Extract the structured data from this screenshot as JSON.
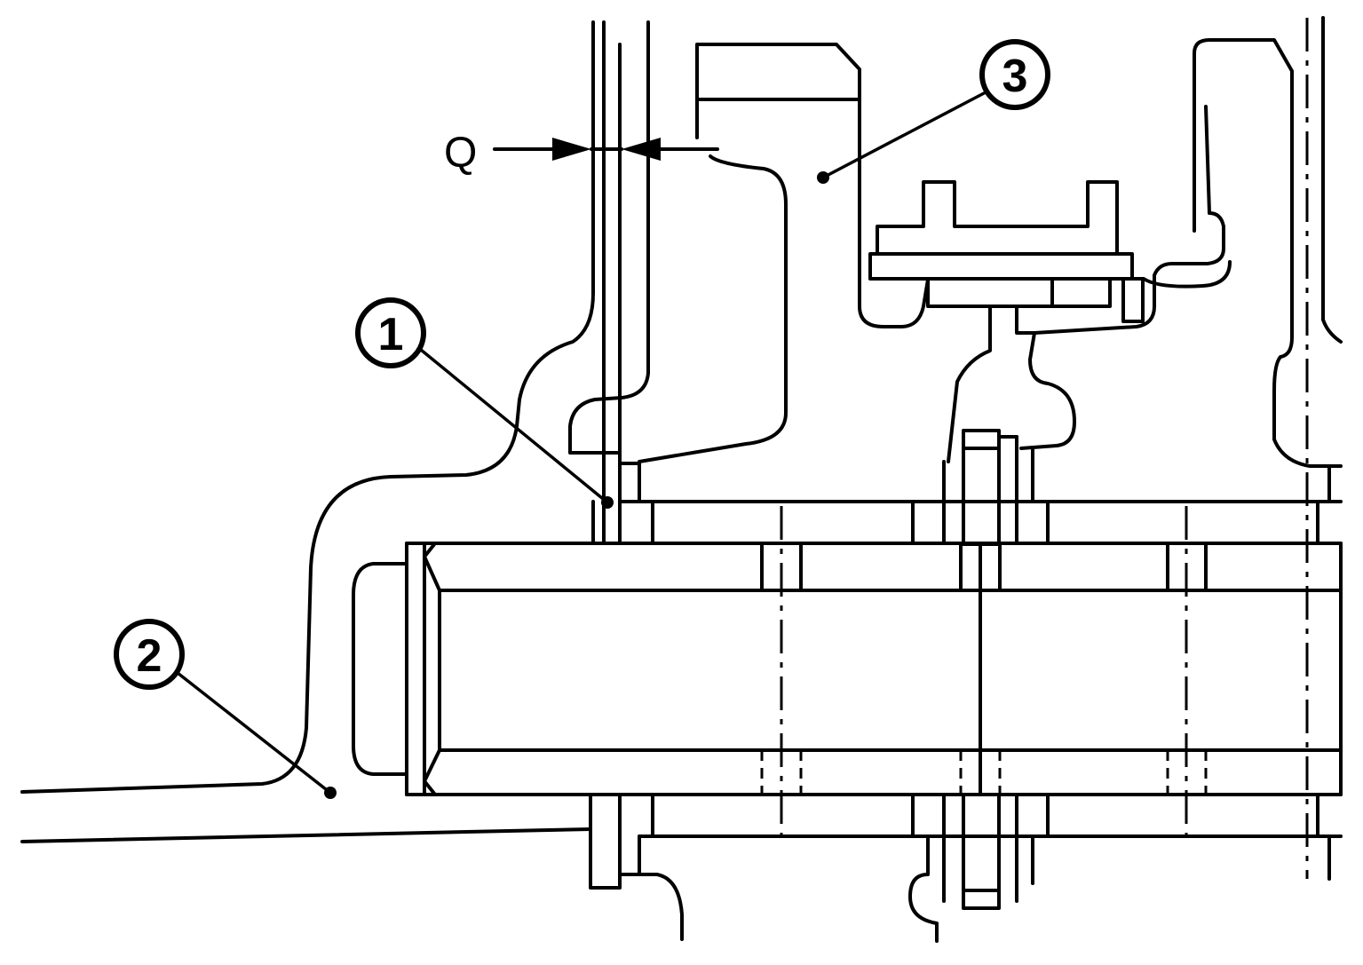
{
  "diagram": {
    "dimension_label": "Q",
    "callouts": [
      {
        "id": "callout-1",
        "label": "1"
      },
      {
        "id": "callout-2",
        "label": "2"
      },
      {
        "id": "callout-3",
        "label": "3"
      }
    ]
  },
  "colors": {
    "line": "#000000",
    "background": "#ffffff"
  }
}
